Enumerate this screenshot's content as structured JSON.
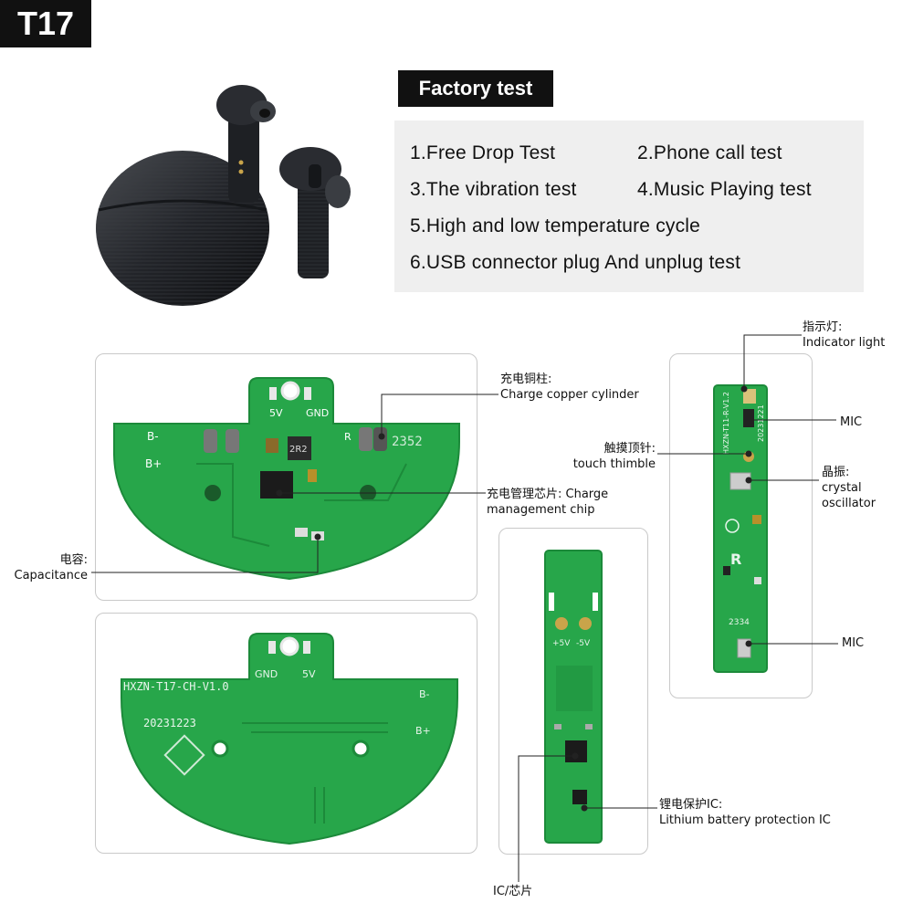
{
  "model_badge": "T17",
  "factory_test": {
    "title": "Factory test",
    "items": [
      "1.Free Drop Test",
      "2.Phone call test",
      "3.The vibration test",
      "4.Music Playing test",
      "5.High and low temperature cycle",
      "6.USB connector plug And unplug test"
    ]
  },
  "board_main": {
    "silk": {
      "b_minus": "B-",
      "b_plus": "B+",
      "v5": "5V",
      "gnd": "GND",
      "r": "R",
      "inductor": "2R2",
      "code": "2352"
    }
  },
  "board_back": {
    "silk": {
      "model": "HXZN-T17-CH-V1.0",
      "date": "20231223",
      "gnd": "GND",
      "v5": "5V",
      "b_minus": "B-",
      "b_plus": "B+"
    }
  },
  "board_mid": {
    "silk": {
      "plus": "+5V",
      "minus": "-5V"
    }
  },
  "board_right": {
    "silk": {
      "model": "HXZN-T11-R-V1.2",
      "date": "20231221",
      "r": "R",
      "code": "2334"
    }
  },
  "labels": {
    "copper": {
      "cn": "充电铜柱:",
      "en": "Charge copper cylinder"
    },
    "charge_chip": {
      "line1": "充电管理芯片: Charge",
      "line2": "management chip"
    },
    "capacitance": {
      "cn": "电容:",
      "en": "Capacitance"
    },
    "indicator": {
      "cn": "指示灯:",
      "en": "Indicator light"
    },
    "mic_top": "MIC",
    "touch": {
      "cn": "触摸顶针:",
      "en": "touch thimble"
    },
    "crystal": {
      "cn": "晶振:",
      "en1": "crystal",
      "en2": "oscillator"
    },
    "mic_bottom": "MIC",
    "battery_ic": {
      "cn": "锂电保护IC:",
      "en": "Lithium battery protection IC"
    },
    "ic": "IC/芯片"
  },
  "colors": {
    "pcb": "#27a64a",
    "pcb_dark": "#1c8a3a",
    "dark": "#111111",
    "panel": "#efefef"
  }
}
